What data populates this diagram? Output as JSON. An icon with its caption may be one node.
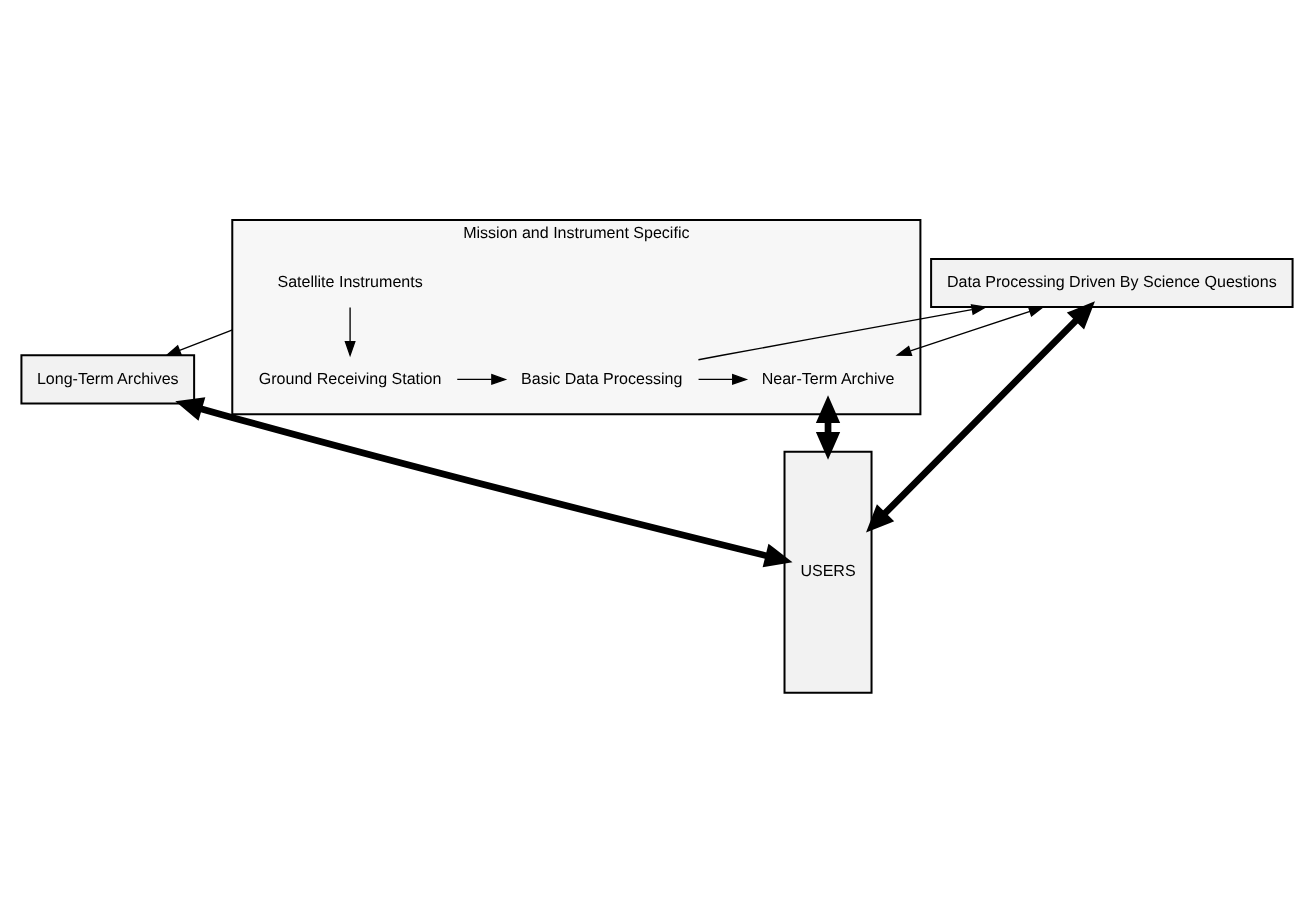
{
  "diagram": {
    "nodes": [
      {
        "text": [
          "Mission and Instrument Specific"
        ]
      },
      {
        "text": [
          "Satellite Instruments"
        ],
        "in": 0
      },
      {
        "text": [
          "Ground Receiving Station"
        ],
        "in": 0
      },
      {
        "text": [
          "Basic Data Processing"
        ],
        "in": 0
      },
      {
        "text": [
          "Near-Term Archive"
        ],
        "in": 0
      },
      {
        "text": [
          "Data Processing Driven By Science Questions"
        ]
      },
      {
        "text": [
          "USERS"
        ]
      },
      {
        "text": [
          "Long-Term Archives"
        ]
      }
    ],
    "edges": [
      {
        "from": 1,
        "to": 2,
        "arrow": "to"
      },
      {
        "from": 2,
        "to": 3,
        "arrow": "to"
      },
      {
        "from": 3,
        "to": 4,
        "arrow": "to"
      },
      {
        "from": 3,
        "to": 5,
        "arrow": "to"
      },
      {
        "from": 5,
        "to": 4,
        "arrow": "both"
      },
      {
        "from": 5,
        "to": 6,
        "arrow": "both",
        "style": "thick"
      },
      {
        "from": 4,
        "to": 6,
        "arrow": "both",
        "style": "thick"
      },
      {
        "from": 0,
        "to": 7,
        "arrow": "to"
      },
      {
        "from": 7,
        "to": 6,
        "arrow": "both",
        "style": "thick"
      }
    ]
  }
}
